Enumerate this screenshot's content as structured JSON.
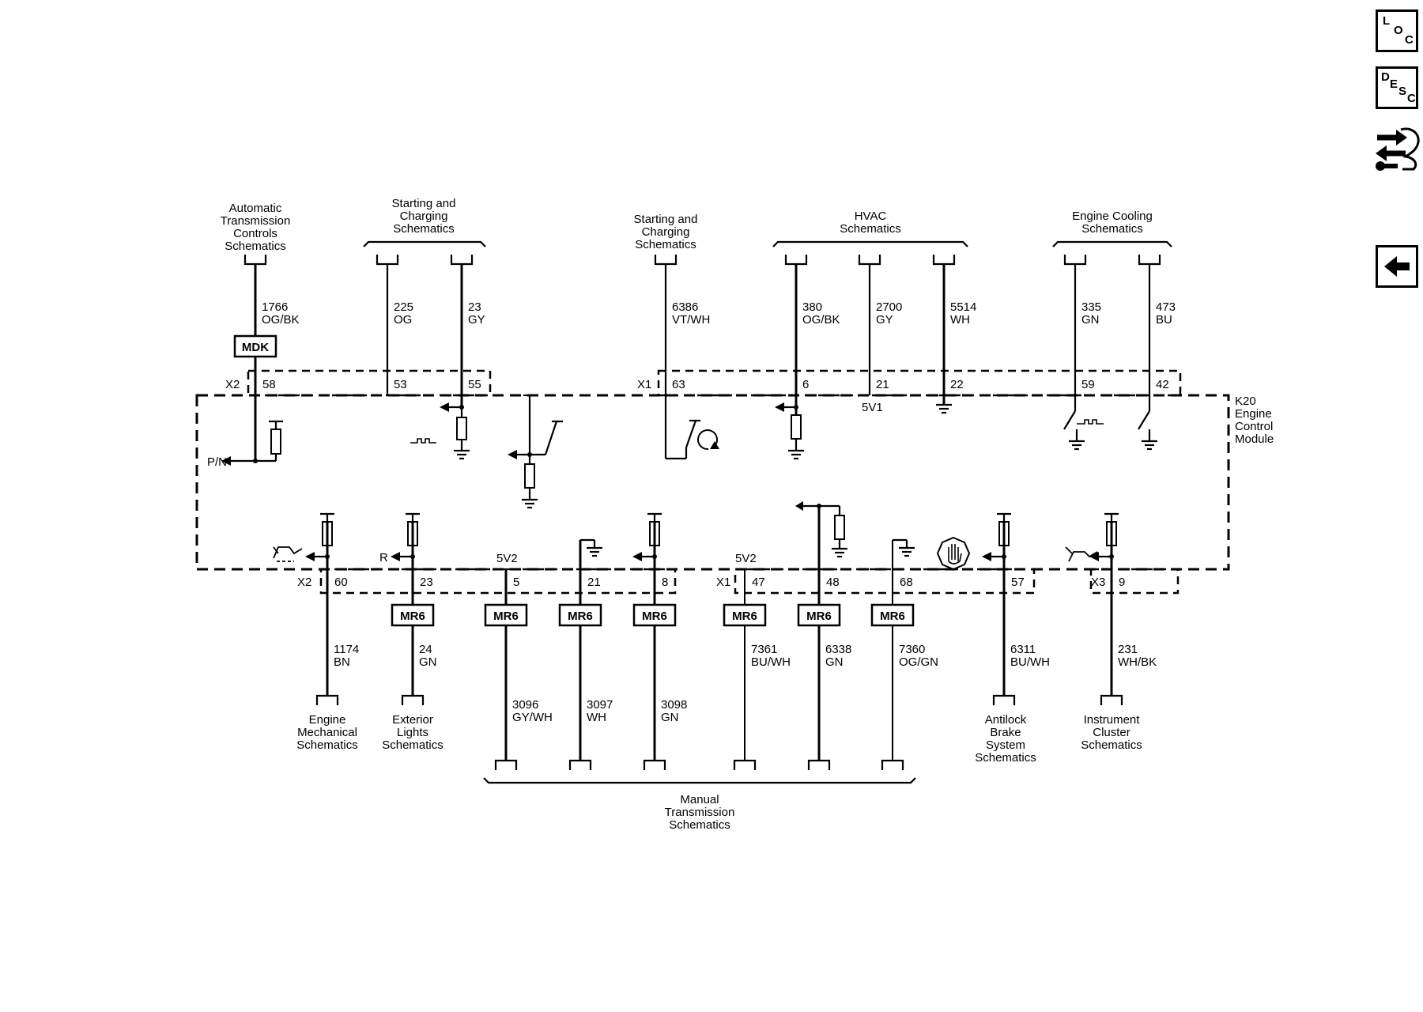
{
  "nav": {
    "loc_letters": [
      "L",
      "O",
      "C"
    ],
    "desc_letters": [
      "D",
      "E",
      "S",
      "C"
    ],
    "tool_icon": "wrench-arrows-icon",
    "back_icon": "back-arrow-icon"
  },
  "module": {
    "label": [
      "K20",
      "Engine",
      "Control",
      "Module"
    ]
  },
  "connectors": {
    "x1": "X1",
    "x2": "X2",
    "x3": "X3"
  },
  "top_destinations": {
    "atc": [
      "Automatic",
      "Transmission",
      "Controls",
      "Schematics"
    ],
    "sc1": [
      "Starting and",
      "Charging",
      "Schematics"
    ],
    "sc2": [
      "Starting and",
      "Charging",
      "Schematics"
    ],
    "hvac": [
      "HVAC",
      "Schematics"
    ],
    "cool": [
      "Engine Cooling",
      "Schematics"
    ]
  },
  "top_wires": [
    {
      "circuit": "1766",
      "color": "OG/BK",
      "pin": "58"
    },
    {
      "circuit": "225",
      "color": "OG",
      "pin": "53"
    },
    {
      "circuit": "23",
      "color": "GY",
      "pin": "55"
    },
    {
      "circuit": "6386",
      "color": "VT/WH",
      "pin": "63"
    },
    {
      "circuit": "380",
      "color": "OG/BK",
      "pin": "6"
    },
    {
      "circuit": "2700",
      "color": "GY",
      "pin": "21"
    },
    {
      "circuit": "5514",
      "color": "WH",
      "pin": "22"
    },
    {
      "circuit": "335",
      "color": "GN",
      "pin": "59"
    },
    {
      "circuit": "473",
      "color": "BU",
      "pin": "42"
    }
  ],
  "internal": {
    "mdk": "MDK",
    "pn": "P/N",
    "v5_1": "5V1",
    "v5_2a": "5V2",
    "v5_2b": "5V2",
    "r": "R"
  },
  "bottom_wires": [
    {
      "pin": "60",
      "circuit": "1174",
      "color": "BN"
    },
    {
      "pin": "23",
      "circuit": "24",
      "color": "GN"
    },
    {
      "pin": "5",
      "circuit": "3096",
      "color": "GY/WH"
    },
    {
      "pin": "21",
      "circuit": "3097",
      "color": "WH"
    },
    {
      "pin": "8",
      "circuit": "3098",
      "color": "GN"
    },
    {
      "pin": "47",
      "circuit": "7361",
      "color": "BU/WH"
    },
    {
      "pin": "48",
      "circuit": "6338",
      "color": "GN"
    },
    {
      "pin": "68",
      "circuit": "7360",
      "color": "OG/GN"
    },
    {
      "pin": "57",
      "circuit": "6311",
      "color": "BU/WH"
    },
    {
      "pin": "9",
      "circuit": "231",
      "color": "WH/BK"
    }
  ],
  "splices": [
    "MR6",
    "MR6",
    "MR6",
    "MR6",
    "MR6",
    "MR6",
    "MR6"
  ],
  "bottom_destinations": {
    "engmech": [
      "Engine",
      "Mechanical",
      "Schematics"
    ],
    "extlights": [
      "Exterior",
      "Lights",
      "Schematics"
    ],
    "manual": [
      "Manual",
      "Transmission",
      "Schematics"
    ],
    "abs": [
      "Antilock",
      "Brake",
      "System",
      "Schematics"
    ],
    "cluster": [
      "Instrument",
      "Cluster",
      "Schematics"
    ]
  }
}
